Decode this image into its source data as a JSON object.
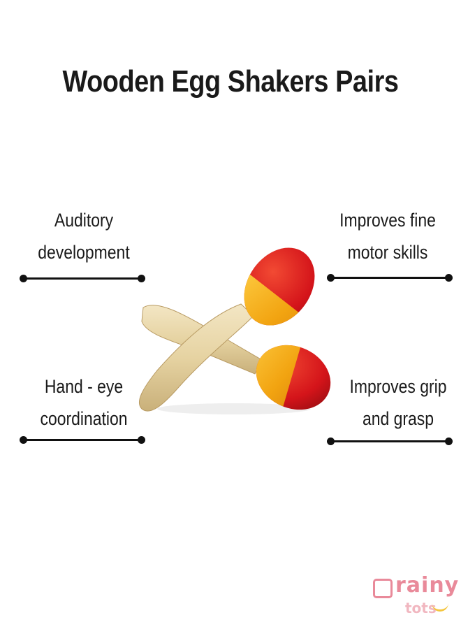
{
  "title": "Wooden Egg Shakers Pairs",
  "features": [
    {
      "lines": [
        "Auditory",
        "development"
      ]
    },
    {
      "lines": [
        "Improves fine",
        "motor skills"
      ]
    },
    {
      "lines": [
        "Hand - eye",
        "coordination"
      ]
    },
    {
      "lines": [
        "Improves grip",
        "and grasp"
      ]
    }
  ],
  "logo": {
    "word": "rainy",
    "sub": "tots"
  },
  "colors": {
    "egg_red": "#d4141a",
    "egg_yellow": "#f2a411",
    "wood": "#e8d7aa",
    "logo_pink": "#e98a9a"
  }
}
